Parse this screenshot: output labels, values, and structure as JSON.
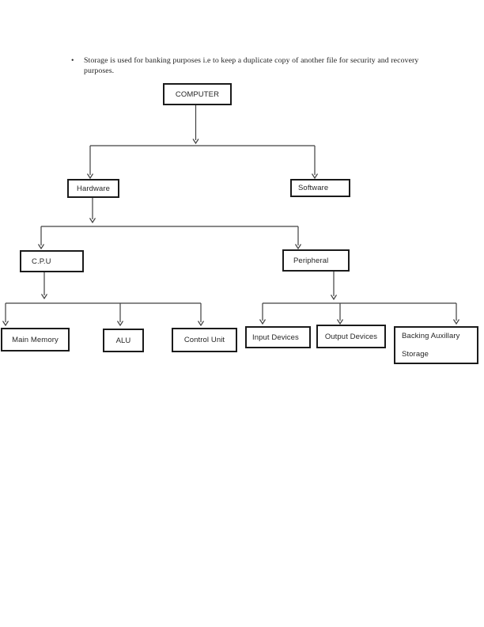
{
  "page": {
    "bullet": {
      "marker": "•",
      "text": "Storage is used for banking purposes i.e to keep a duplicate copy of another file for security and recovery purposes."
    }
  },
  "diagram": {
    "nodes": {
      "computer": {
        "label": "COMPUTER"
      },
      "hardware": {
        "label": "Hardware"
      },
      "software": {
        "label": "Software"
      },
      "cpu": {
        "label": "C.P.U"
      },
      "peripheral": {
        "label": "Peripheral"
      },
      "main_memory": {
        "label": "Main Memory"
      },
      "alu": {
        "label": "ALU"
      },
      "control_unit": {
        "label": "Control Unit"
      },
      "input_devices": {
        "label": "Input Devices"
      },
      "output_devices": {
        "label": "Output Devices"
      },
      "backing_storage": {
        "label_line1": "Backing Auxillary",
        "label_line2": "Storage"
      }
    },
    "colors": {
      "box_border": "#1b1b1b",
      "connector": "#404040",
      "text": "#262626"
    }
  }
}
